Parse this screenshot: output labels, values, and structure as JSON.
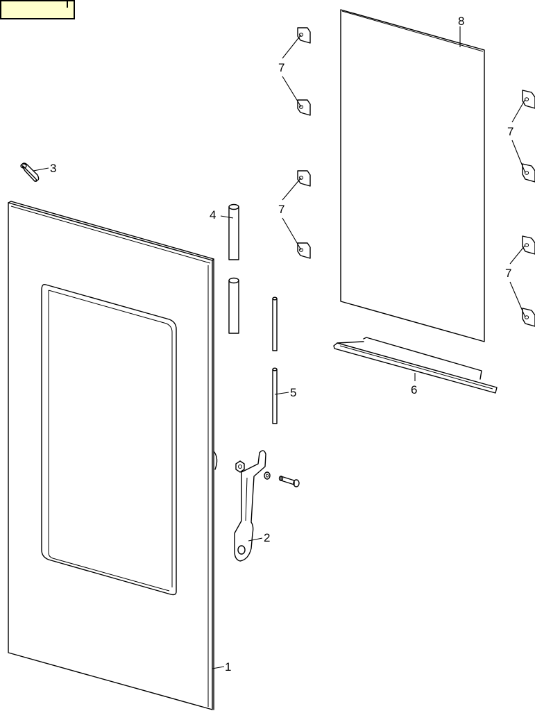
{
  "callouts": {
    "c1": "1",
    "c2": "2",
    "c3": "3",
    "c4": "4",
    "c5": "5",
    "c6": "6",
    "c7a": "7",
    "c7b": "7",
    "c7c": "7",
    "c7d": "7",
    "c8": "8"
  },
  "colors": {
    "tab_fill": "#ffffcc",
    "line": "#000000",
    "background": "#ffffff"
  }
}
